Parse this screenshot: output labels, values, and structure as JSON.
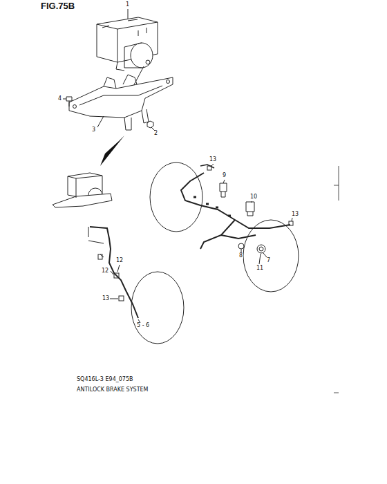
{
  "diagram": {
    "labels": [
      "FIG.75B",
      "1",
      "4",
      "3",
      "2",
      "13",
      "9",
      "10",
      "13",
      "8",
      "7",
      "11",
      "12",
      "12",
      "13",
      "5 - 6",
      "SQ416L-3 E94_075B",
      "ANTILOCK BRAKE SYSTEM"
    ]
  }
}
